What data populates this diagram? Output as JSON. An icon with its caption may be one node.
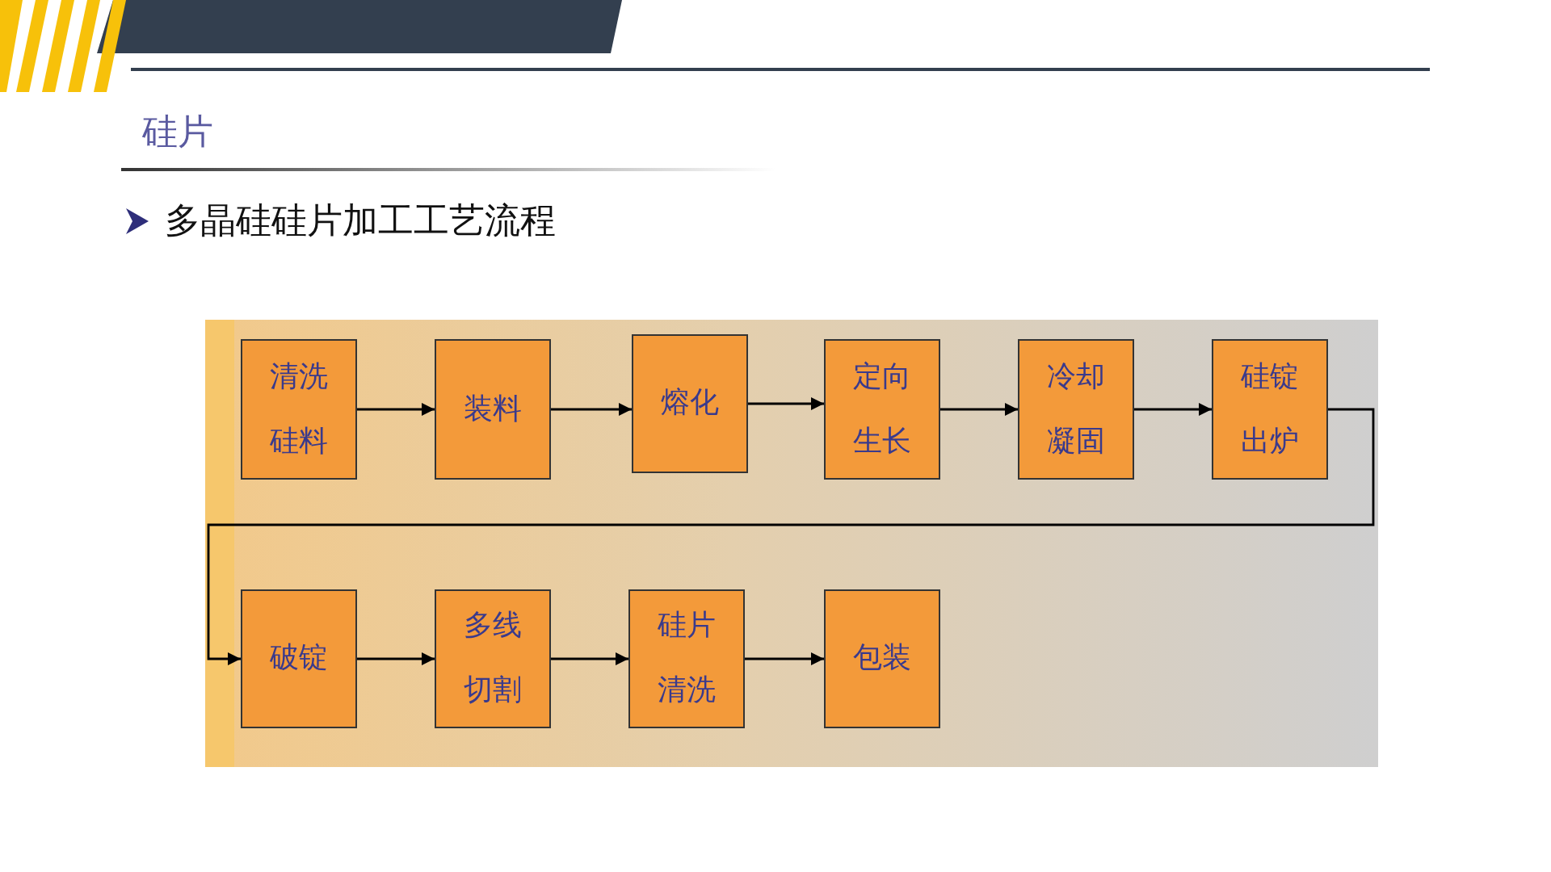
{
  "diagram": {
    "title": "硅片",
    "nodes": [
      {
        "text": [
          "清洗硅料"
        ]
      },
      {
        "text": [
          "装料"
        ]
      },
      {
        "text": [
          "熔化"
        ]
      },
      {
        "text": [
          "定向生长"
        ]
      },
      {
        "text": [
          "冷却凝固"
        ]
      },
      {
        "text": [
          "硅锭出炉"
        ]
      },
      {
        "text": [
          "破锭"
        ]
      },
      {
        "text": [
          "多线切割"
        ]
      },
      {
        "text": [
          "硅片清洗"
        ]
      },
      {
        "text": [
          "包装"
        ]
      }
    ],
    "edges": [
      {
        "from": 0,
        "to": 1,
        "arrow": "to"
      },
      {
        "from": 1,
        "to": 2,
        "arrow": "to"
      },
      {
        "from": 2,
        "to": 3,
        "arrow": "to"
      },
      {
        "from": 3,
        "to": 4,
        "arrow": "to"
      },
      {
        "from": 4,
        "to": 5,
        "arrow": "to"
      },
      {
        "from": 5,
        "to": 6,
        "arrow": "to"
      },
      {
        "from": 6,
        "to": 7,
        "arrow": "to"
      },
      {
        "from": 7,
        "to": 8,
        "arrow": "to"
      },
      {
        "from": 8,
        "to": 9,
        "arrow": "to"
      }
    ],
    "labels": [
      "多晶硅硅片加工工艺流程"
    ]
  }
}
